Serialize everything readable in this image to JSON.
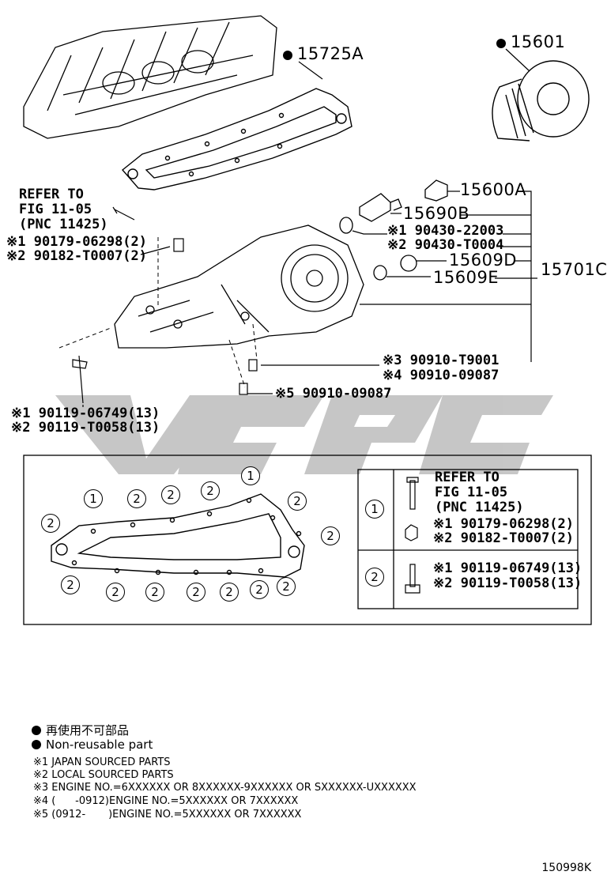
{
  "parts": {
    "p15725A": "15725A",
    "p15601": "15601",
    "p15600A": "15600A",
    "p15690B": "15690B",
    "p90430_22003": "※1 90430-22003",
    "p90430_T0004": "※2 90430-T0004",
    "p15609D": "15609D",
    "p15609E": "15609E",
    "p15701C": "15701C",
    "p90910_T9001": "※3 90910-T9001",
    "p90910_09087a": "※4 90910-09087",
    "p90910_09087b": "※5 90910-09087",
    "p90119_06749": "※1 90119-06749(13)",
    "p90119_T0058": "※2 90119-T0058(13)"
  },
  "refer": {
    "line1": "REFER TO",
    "line2": "FIG 11-05",
    "line3": "(PNC 11425)",
    "line4": "※1 90179-06298(2)",
    "line5": "※2 90182-T0007(2)"
  },
  "detail": {
    "key1": "1",
    "key2": "2",
    "row1_line1": "REFER TO",
    "row1_line2": "FIG 11-05",
    "row1_line3": "(PNC 11425)",
    "row1_line4": "※1 90179-06298(2)",
    "row1_line5": "※2 90182-T0007(2)",
    "row2_line1": "※1 90119-06749(13)",
    "row2_line2": "※2 90119-T0058(13)"
  },
  "legend": {
    "jp": "再使用不可部品",
    "en": "Non-reusable part",
    "n1": "※1 JAPAN SOURCED PARTS",
    "n2": "※2 LOCAL SOURCED PARTS",
    "n3": "※3 ENGINE NO.=6XXXXXX OR 8XXXXXX-9XXXXXX OR SXXXXXX-UXXXXXX",
    "n4": "※4 (      -0912)ENGINE NO.=5XXXXXX OR 7XXXXXX",
    "n5": "※5 (0912-       )ENGINE NO.=5XXXXXX OR 7XXXXXX"
  },
  "diagram_ref": "150998K"
}
